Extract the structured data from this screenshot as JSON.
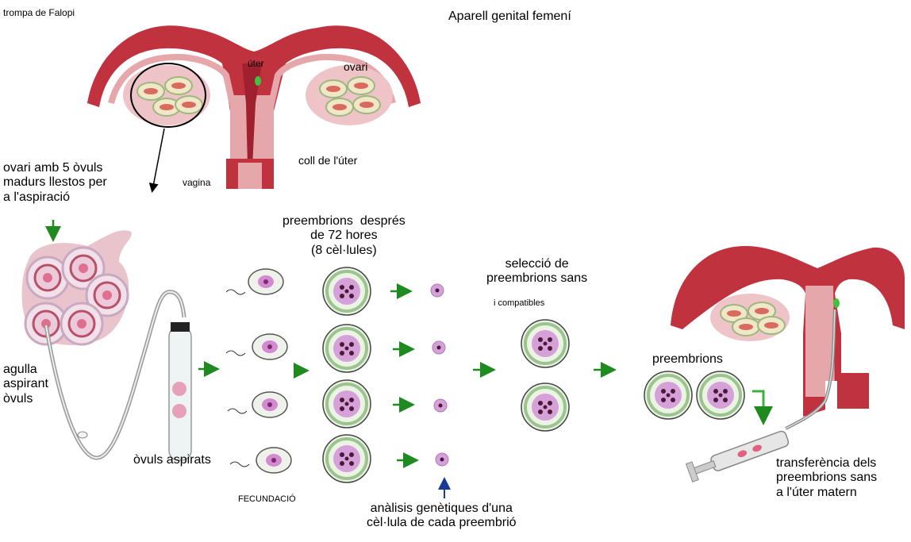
{
  "title": "Aparell genital femení",
  "labels": {
    "fallopian_tube": "trompa de Falopi",
    "uterus": "úter",
    "ovary": "ovari",
    "cervix": "coll de l'úter",
    "vagina": "vagina",
    "ovary_ready": "ovari amb 5 òvuls\nmadurs llestos per\na l'aspiració",
    "needle": "agulla\naspirant\nòvuls",
    "aspirated_eggs": "òvuls  aspirats",
    "fertilization": "FECUNDACIÓ",
    "preembryos_72h": "preembrions  després\nde 72 hores\n(8 cèl·lules)",
    "selection": "selecció de\npreembrions sans",
    "compatible": "i compatibles",
    "genetic_analysis": "anàlisis genètiques d'una\ncèl·lula de cada preembrió",
    "preembryos": "preembrions",
    "transfer": "transferència dels\npreembrions sans\na l'úter matern"
  },
  "colors": {
    "uterus": "#c0323e",
    "uterus_light": "#e6a7ab",
    "egg_fill": "#d6a0d9",
    "ring": "#b8d8b0",
    "arrow_green": "#1f8a1f",
    "arrow_blue": "#1a3a9a"
  }
}
